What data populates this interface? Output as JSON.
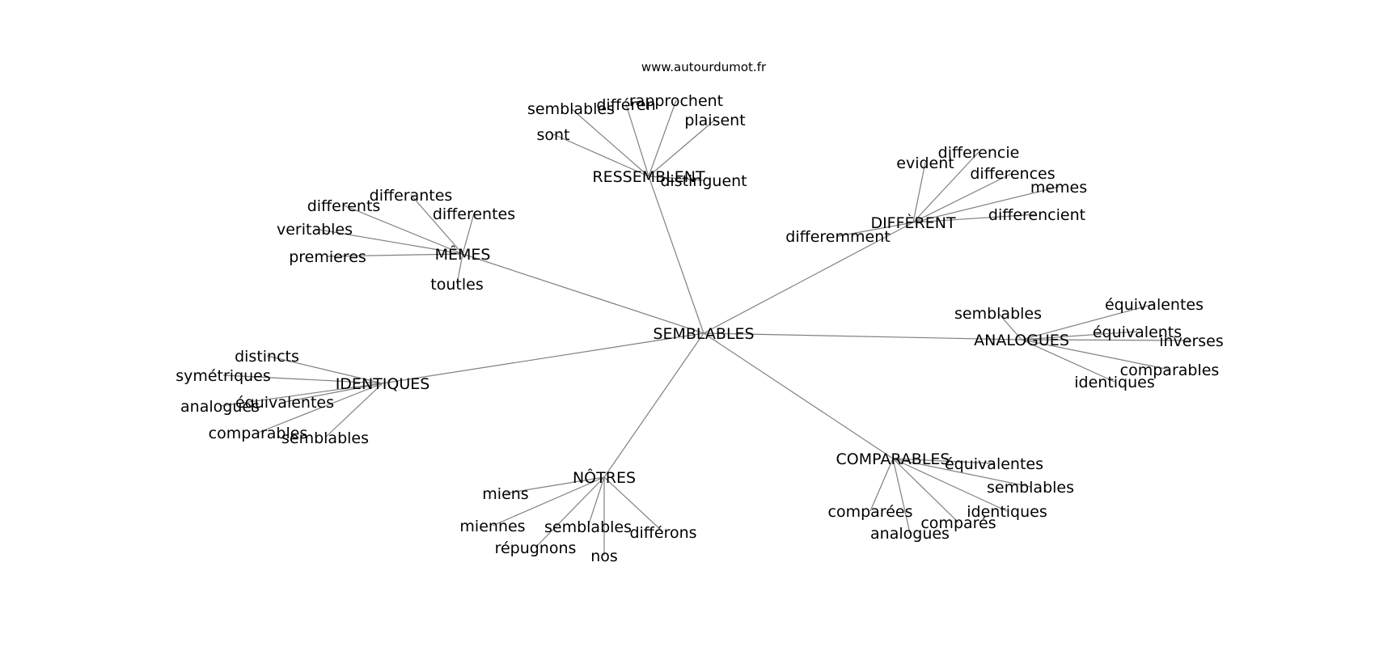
{
  "site_label": "www.autourdumot.fr",
  "colors": {
    "edge": "#808080",
    "text": "#000000",
    "background": "#ffffff"
  },
  "graph": {
    "center": "SEMBLABLES",
    "hubs": [
      {
        "id": "ressemblent",
        "label": "RESSEMBLENT",
        "leaves": [
          "semblables",
          "différen",
          "rapprochent",
          "plaisent",
          "sont",
          "distinguent"
        ]
      },
      {
        "id": "different",
        "label": "DIFFÈRENT",
        "leaves": [
          "evident",
          "differencie",
          "differences",
          "memes",
          "differencient",
          "differemment"
        ]
      },
      {
        "id": "memes",
        "label": "MÊMES",
        "leaves": [
          "differantes",
          "differents",
          "differentes",
          "veritables",
          "premieres",
          "toutles"
        ]
      },
      {
        "id": "analogues",
        "label": "ANALOGUES",
        "leaves": [
          "semblables",
          "équivalentes",
          "équivalents",
          "inverses",
          "comparables",
          "identiques"
        ]
      },
      {
        "id": "identiques",
        "label": "IDENTIQUES",
        "leaves": [
          "distincts",
          "symétriques",
          "équivalentes",
          "analogues",
          "comparables",
          "semblables"
        ]
      },
      {
        "id": "notres",
        "label": "NÔTRES",
        "leaves": [
          "miens",
          "miennes",
          "semblables",
          "différons",
          "répugnons",
          "nos"
        ]
      },
      {
        "id": "comparables",
        "label": "COMPARABLES",
        "leaves": [
          "équivalentes",
          "semblables",
          "identiques",
          "comparées",
          "analogues",
          "comparés"
        ]
      }
    ]
  }
}
